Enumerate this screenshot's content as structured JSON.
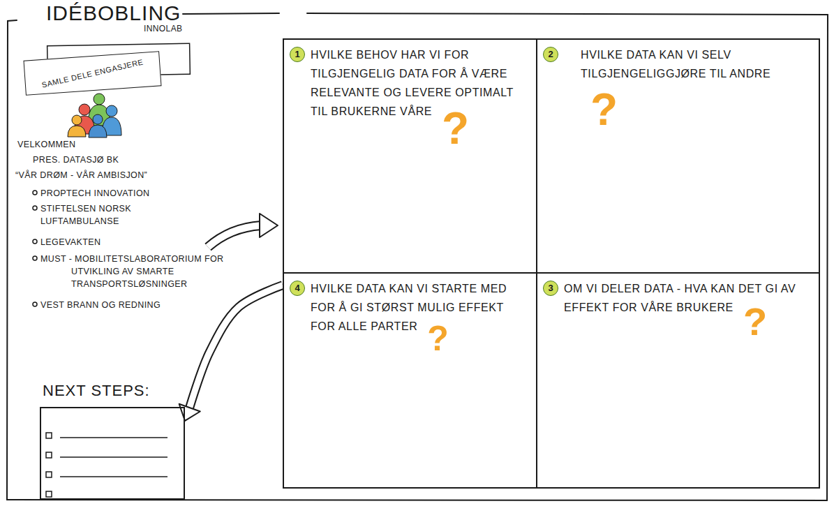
{
  "diagram": {
    "title": "IDÉBOBLING",
    "nodes": [
      {
        "text": [
          "SAMLE DELE ENGASJERE"
        ]
      },
      {
        "text": [
          "NEXT STEPS:"
        ]
      },
      {
        "text": [
          "1",
          "HVILKE BEHOV HAR VI FOR TILGJENGELIG DATA FOR Å VÆRE RELEVANTE OG LEVERE OPTIMALT TIL BRUKERNE VÅRE",
          "?"
        ]
      },
      {
        "text": [
          "2",
          "HVILKE DATA KAN VI SELV TILGJENGELIGGJØRE TIL ANDRE",
          "?"
        ]
      },
      {
        "text": [
          "4",
          "HVILKE DATA KAN VI STARTE MED FOR Å GI STØRST MULIG EFFEKT FOR ALLE PARTER",
          "?"
        ]
      },
      {
        "text": [
          "3",
          "OM VI DELER DATA - HVA KAN DET GI AV EFFEKT FOR VÅRE BRUKERE",
          "?"
        ]
      }
    ],
    "edges": [
      {
        "from": 4,
        "to": 1,
        "arrow": "to"
      }
    ],
    "labels": [
      "INNOLAB",
      "VELKOMMEN",
      "PRES. DATASJØ BK",
      "“VÅR DRØM - VÅR AMBISJON”",
      "PROPTECH INNOVATION",
      "STIFTELSEN NORSK LUFTAMBULANSE",
      "LEGEVAKTEN",
      "MUST - MOBILITETSLABORATORIUM FOR UTVIKLING AV SMARTE TRANSPORTSLØSNINGER",
      "VEST BRANN OG REDNING"
    ]
  }
}
